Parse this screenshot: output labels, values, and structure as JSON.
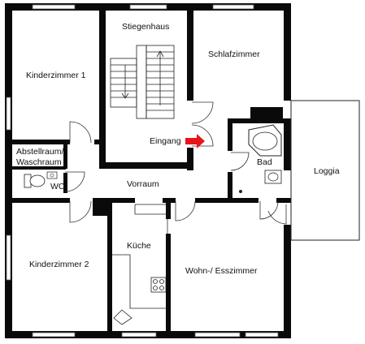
{
  "rooms": {
    "kinderzimmer1": "Kinderzimmer 1",
    "stiegenhaus": "Stiegenhaus",
    "schlafzimmer": "Schlafzimmer",
    "eingang": "Eingang",
    "abstellraum_line1": "Abstellraum/",
    "abstellraum_line2": "Waschraum",
    "bad": "Bad",
    "loggia": "Loggia",
    "wc": "WC",
    "vorraum": "Vorraum",
    "kueche": "Küche",
    "kinderzimmer2": "Kinderzimmer 2",
    "wohnzimmer": "Wohn-/ Esszimmer"
  },
  "colors": {
    "wall": "#0a0a0a",
    "arrow": "#e8141b"
  },
  "icons": [
    "entrance-arrow-icon",
    "bathtub-icon",
    "toilet-icon",
    "sink-icon",
    "stove-icon",
    "stairs-icon",
    "door-swing-icon",
    "window-icon"
  ]
}
